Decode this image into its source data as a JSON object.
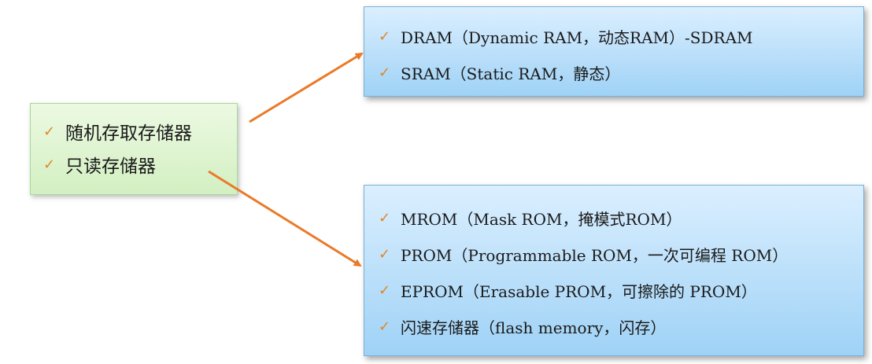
{
  "root": {
    "items": [
      {
        "label": "随机存取存储器"
      },
      {
        "label": "只读存储器"
      }
    ]
  },
  "ram_box": {
    "items": [
      {
        "label": "DRAM（Dynamic RAM，动态RAM）-SDRAM"
      },
      {
        "label": "SRAM（Static RAM，静态）"
      }
    ]
  },
  "rom_box": {
    "items": [
      {
        "label": "MROM（Mask ROM，掩模式ROM）"
      },
      {
        "label": "PROM（Programmable ROM，一次可编程 ROM）"
      },
      {
        "label": "EPROM（Erasable PROM，可擦除的 PROM）"
      },
      {
        "label": "闪速存储器（flash memory，闪存）"
      }
    ]
  },
  "bullet_icon": "check-mark",
  "colors": {
    "arrow": "#ea7a28",
    "check": "#e0862a",
    "green_box": "#d3f0c2",
    "blue_box": "#9fd2f6"
  }
}
